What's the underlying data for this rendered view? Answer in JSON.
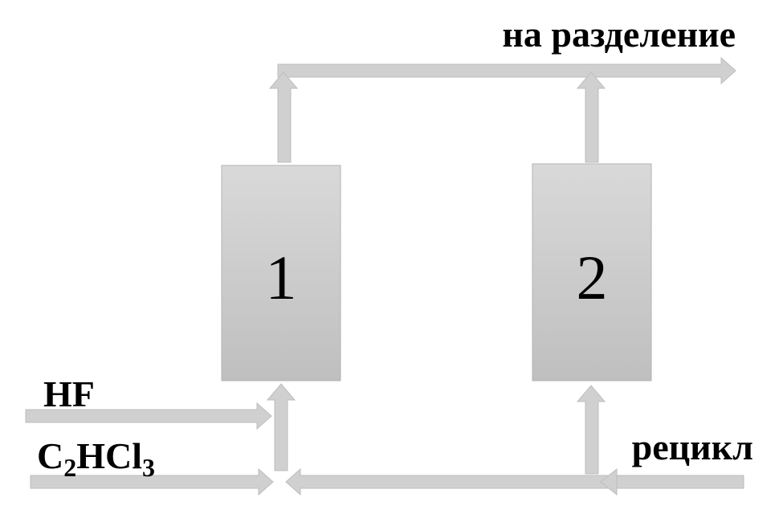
{
  "diagram": {
    "reactors": [
      {
        "label": "1"
      },
      {
        "label": "2"
      }
    ],
    "streams": {
      "output": "на разделение",
      "feed_hf": "HF",
      "feed_organic": {
        "parts": [
          {
            "text": "C"
          },
          {
            "text": "2",
            "sub": true
          },
          {
            "text": "HCl"
          },
          {
            "text": "3",
            "sub": true
          }
        ]
      },
      "recycle": "рецикл"
    },
    "colors": {
      "arrow_fill": "#d0d0d0",
      "reactor_top": "#d9d9d9",
      "reactor_bottom": "#bfbfbf",
      "text": "#000000"
    }
  }
}
